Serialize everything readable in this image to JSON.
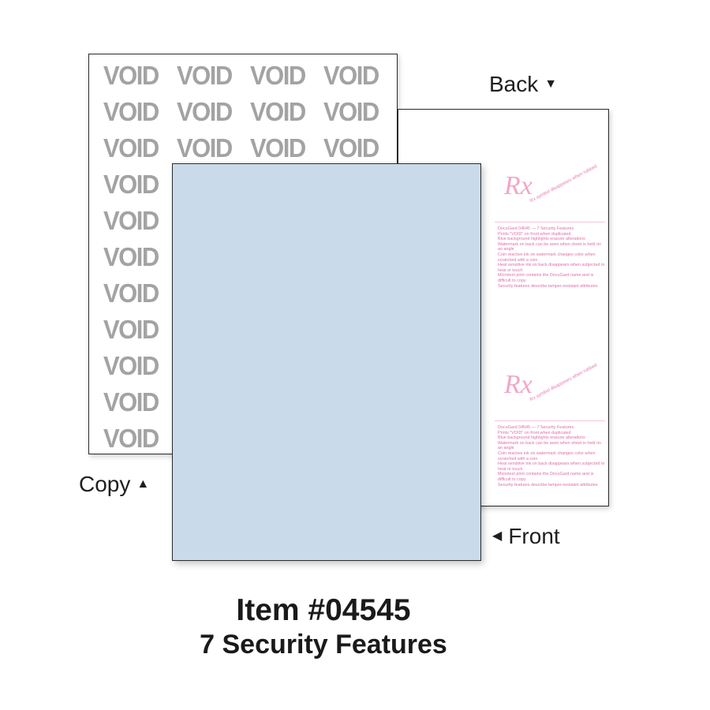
{
  "sheets": {
    "copy": {
      "void_text": "VOID",
      "void_color": "#a3a3a3"
    },
    "front": {
      "color": "#c9dbea"
    },
    "back": {
      "rx_symbol": "Rx",
      "rx_note": "Rx symbol disappears when rubbed",
      "accent_color": "#e882b4",
      "features_title": "DocuGard 04545 — 7 Security Features",
      "features": [
        "Prints \"VOID\" on front when duplicated",
        "Blue background highlights erasure alterations",
        "Watermark on back can be seen when sheet is held on an angle",
        "Coin reactive ink on watermark changes color when scratched with a coin",
        "Heat sensitive ink on back disappears when subjected to heat or touch",
        "Microtext print contains the DocuGard name and is difficult to copy",
        "Security features describe tamper-resistant attributes"
      ]
    }
  },
  "labels": {
    "back": "Back",
    "copy": "Copy",
    "front": "Front"
  },
  "caption": {
    "item": "Item #04545",
    "features": "7 Security Features"
  }
}
